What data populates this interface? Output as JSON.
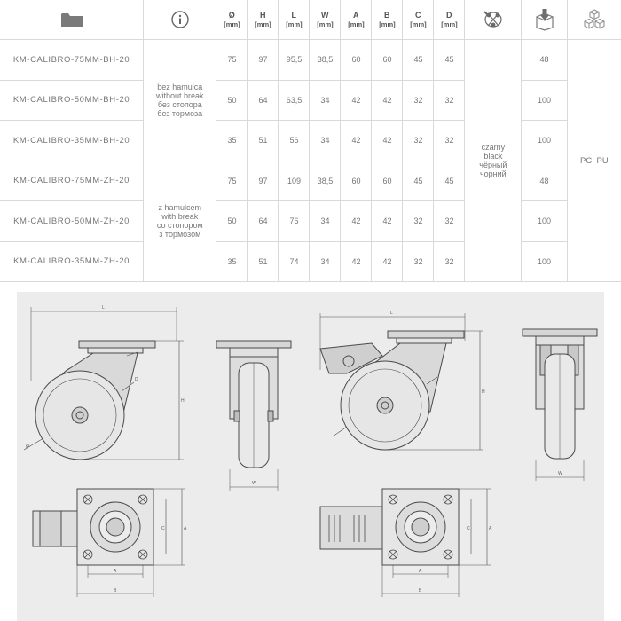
{
  "header": {
    "columns": [
      {
        "letter": "Ø",
        "unit": "[mm]"
      },
      {
        "letter": "H",
        "unit": "[mm]"
      },
      {
        "letter": "L",
        "unit": "[mm]"
      },
      {
        "letter": "W",
        "unit": "[mm]"
      },
      {
        "letter": "A",
        "unit": "[mm]"
      },
      {
        "letter": "B",
        "unit": "[mm]"
      },
      {
        "letter": "C",
        "unit": "[mm]"
      },
      {
        "letter": "D",
        "unit": "[mm]"
      }
    ],
    "icons": [
      "folder-icon",
      "info-icon",
      "colour-palette-icon",
      "box-quantity-icon",
      "material-cubes-icon"
    ]
  },
  "brake_groups": [
    {
      "lines": [
        "bez hamulca",
        "without break",
        "без стопора",
        "без тормоза"
      ]
    },
    {
      "lines": [
        "z hamulcem",
        "with break",
        "со стопором",
        "з тормозом"
      ]
    }
  ],
  "colour": {
    "lines": [
      "czarny",
      "black",
      "чёрный",
      "чорний"
    ]
  },
  "material": "PC, PU",
  "rows": [
    {
      "model": "KM-CALIBRO-75MM-BH-20",
      "values": [
        "75",
        "97",
        "95,5",
        "38,5",
        "60",
        "60",
        "45",
        "45"
      ],
      "qty": "48"
    },
    {
      "model": "KM-CALIBRO-50MM-BH-20",
      "values": [
        "50",
        "64",
        "63,5",
        "34",
        "42",
        "42",
        "32",
        "32"
      ],
      "qty": "100"
    },
    {
      "model": "KM-CALIBRO-35MM-BH-20",
      "values": [
        "35",
        "51",
        "56",
        "34",
        "42",
        "42",
        "32",
        "32"
      ],
      "qty": "100"
    },
    {
      "model": "KM-CALIBRO-75MM-ZH-20",
      "values": [
        "75",
        "97",
        "109",
        "38,5",
        "60",
        "60",
        "45",
        "45"
      ],
      "qty": "48"
    },
    {
      "model": "KM-CALIBRO-50MM-ZH-20",
      "values": [
        "50",
        "64",
        "76",
        "34",
        "42",
        "42",
        "32",
        "32"
      ],
      "qty": "100"
    },
    {
      "model": "KM-CALIBRO-35MM-ZH-20",
      "values": [
        "35",
        "51",
        "74",
        "34",
        "42",
        "42",
        "32",
        "32"
      ],
      "qty": "100"
    }
  ],
  "drawing_labels": {
    "L": "L",
    "H": "H",
    "W": "W",
    "D": "D",
    "A": "A",
    "B": "B",
    "C": "C",
    "diameter": "Ø"
  }
}
